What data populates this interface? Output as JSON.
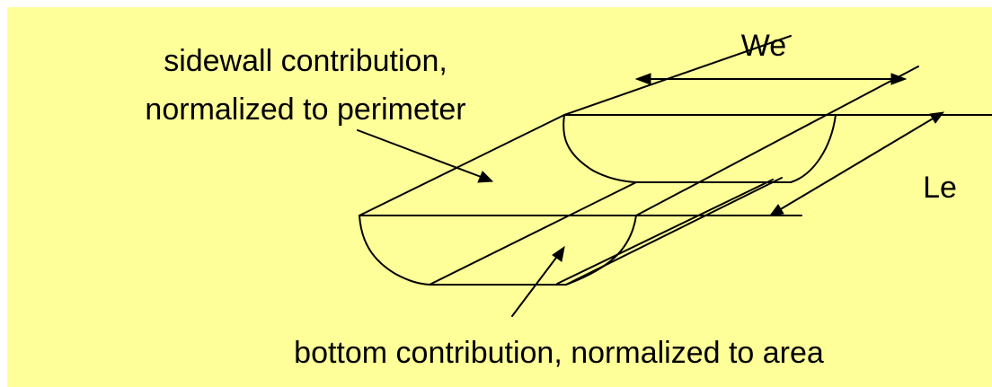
{
  "colors": {
    "background": "#ffff99",
    "line": "#000000"
  },
  "labels": {
    "sidewall_line1": "sidewall contribution,",
    "sidewall_line2": "normalized to perimeter",
    "width": "We",
    "length": "Le",
    "bottom": "bottom contribution, normalized to area"
  }
}
